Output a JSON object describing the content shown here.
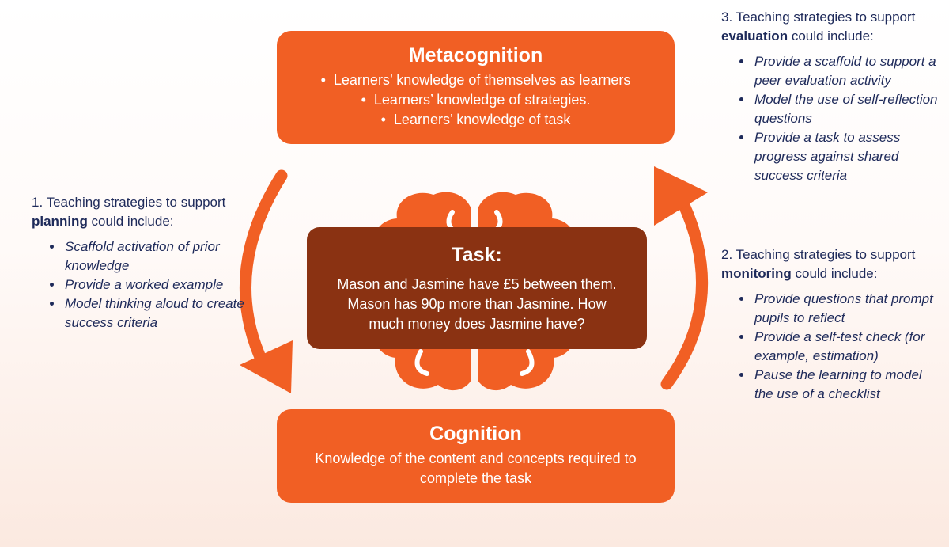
{
  "metacognition": {
    "title": "Metacognition",
    "items": [
      "Learners’ knowledge of themselves as learners",
      "Learners’ knowledge of strategies.",
      "Learners’ knowledge of task"
    ]
  },
  "task": {
    "title": "Task:",
    "text": "Mason and Jasmine have £5 between them. Mason has 90p more than Jasmine. How much money does Jasmine have?"
  },
  "cognition": {
    "title": "Cognition",
    "text": "Knowledge of the content and concepts required to complete the task"
  },
  "planning": {
    "prefix": "1. Teaching  strategies to support ",
    "keyword": "planning",
    "suffix": " could include:",
    "items": [
      "Scaffold activation of prior knowledge",
      "Provide a worked example",
      "Model thinking aloud to create success criteria"
    ]
  },
  "evaluation": {
    "prefix": "3. Teaching strategies to support ",
    "keyword": "evaluation",
    "suffix": " could include:",
    "items": [
      "Provide a scaffold to support a peer evaluation activity",
      "Model the use of self-reflection questions",
      "Provide a task to assess progress against shared success criteria"
    ]
  },
  "monitoring": {
    "prefix": "2. Teaching  strategies to support ",
    "keyword": "monitoring",
    "suffix": " could include:",
    "items": [
      "Provide questions that prompt pupils to reflect",
      "Provide a self-test check (for example, estimation)",
      "Pause the learning to model the use of a checklist"
    ]
  },
  "colors": {
    "accent": "#f15f24",
    "task_box": "#8a3212",
    "strategy_text": "#1e2a5a"
  },
  "icons": {
    "brain": "brain-icon",
    "cycle_arrows": "cycle-arrow-icon"
  }
}
